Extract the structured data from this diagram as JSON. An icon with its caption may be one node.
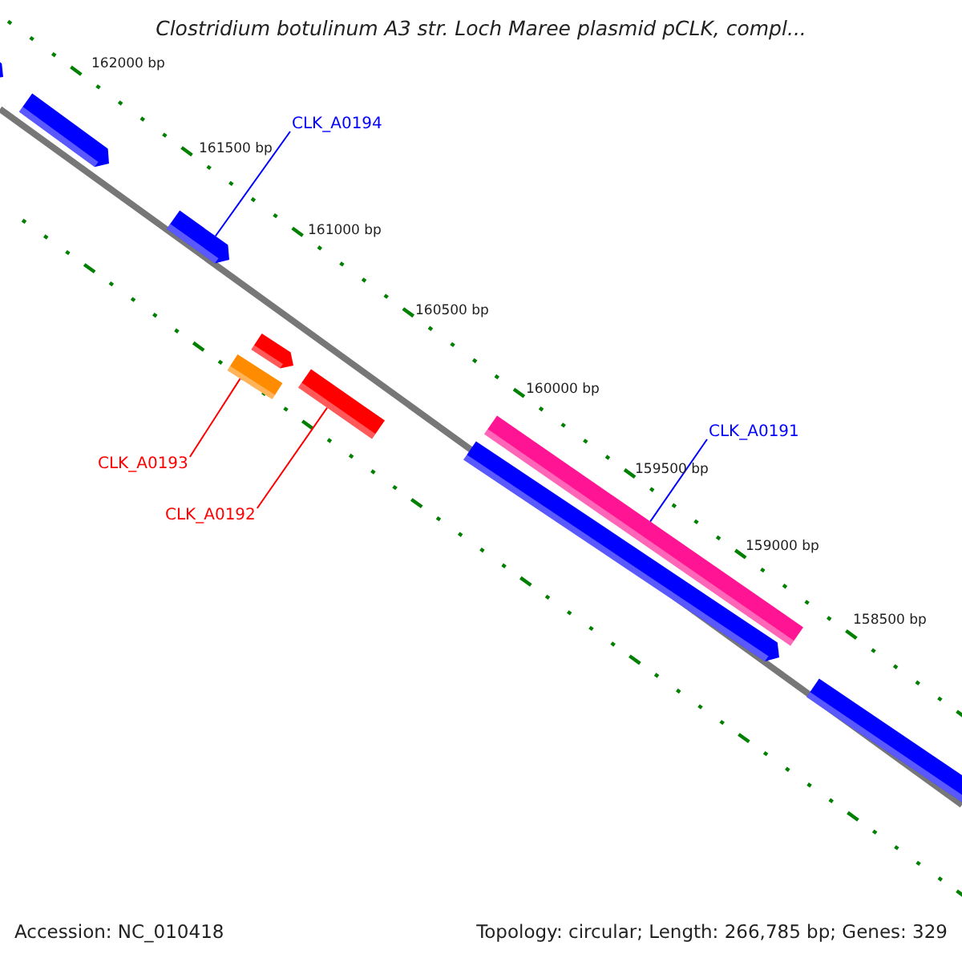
{
  "diagram": {
    "title": "Clostridium botulinum A3 str. Loch Maree plasmid pCLK, compl...",
    "nodes": [
      {
        "text": [
          "CLK_A0194"
        ]
      },
      {
        "text": [],
        "shape": "arrow"
      },
      {
        "text": [
          "CLK_A0193"
        ]
      },
      {
        "text": [],
        "shape": "bar"
      },
      {
        "text": [
          "CLK_A0192"
        ]
      },
      {
        "text": [],
        "shape": "bar"
      },
      {
        "text": [
          "CLK_A0191"
        ]
      },
      {
        "text": [],
        "shape": "bar"
      },
      {
        "text": [],
        "shape": "arrow"
      },
      {
        "text": [],
        "shape": "arrow"
      },
      {
        "text": [],
        "shape": "arrow"
      },
      {
        "text": [],
        "shape": "arrow"
      },
      {
        "text": [],
        "shape": "bar"
      }
    ],
    "edges": [
      {
        "from": 0,
        "to": 1,
        "arrow": "none",
        "color": "#0000ff"
      },
      {
        "from": 2,
        "to": 3,
        "arrow": "none",
        "color": "#ff0000"
      },
      {
        "from": 4,
        "to": 5,
        "arrow": "none",
        "color": "#ff0000"
      },
      {
        "from": 6,
        "to": 7,
        "arrow": "none",
        "color": "#0000ff"
      }
    ],
    "labels": [
      "162000 bp",
      "161500 bp",
      "161000 bp",
      "160500 bp",
      "160000 bp",
      "159500 bp",
      "159000 bp",
      "158500 bp",
      "Accession: NC_010418",
      "Topology: circular; Length: 266,785 bp; Genes: 329"
    ]
  }
}
